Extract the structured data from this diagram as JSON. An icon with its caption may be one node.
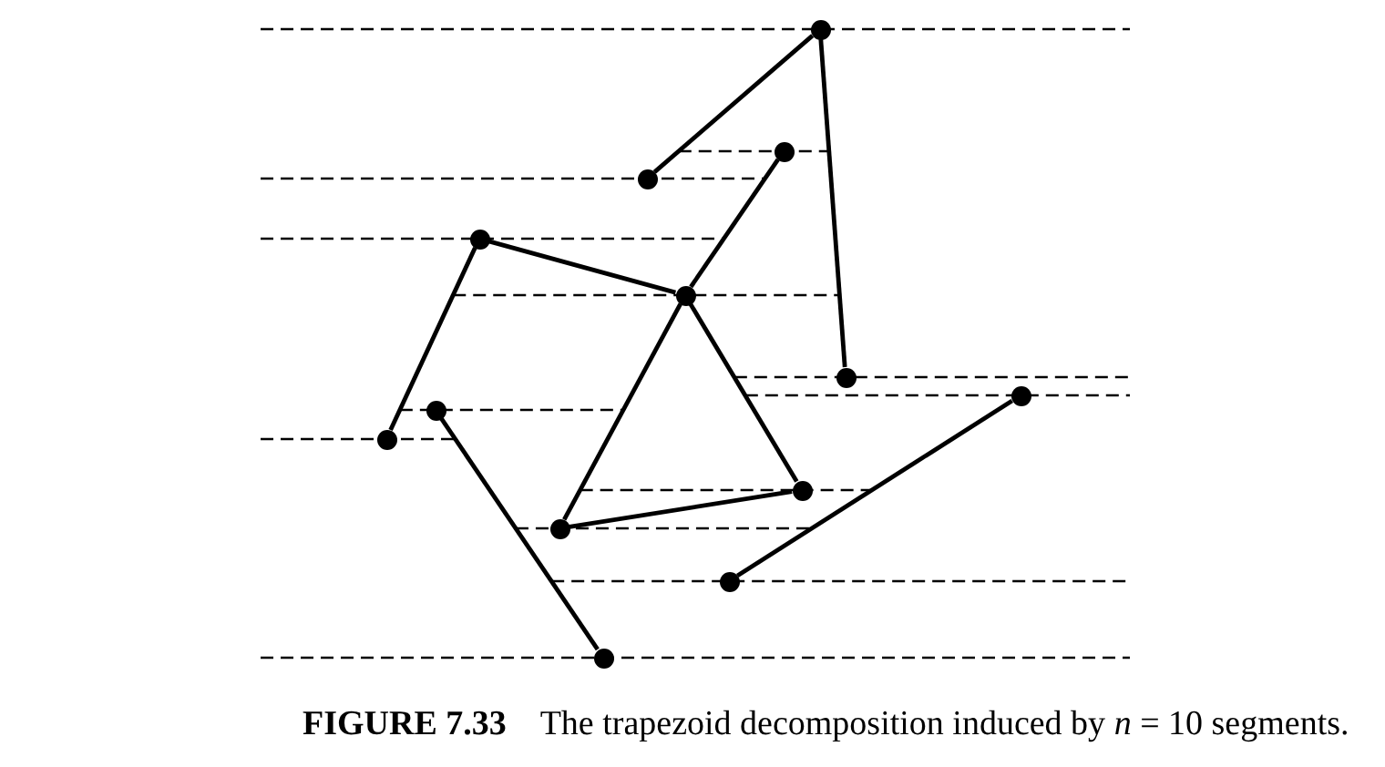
{
  "diagram": {
    "caption": "**FIGURE 7.33** The trapezoid decomposition induced by *n* = 10 segments.",
    "nodes": [
      {
        "text": [],
        "shape": "circle"
      },
      {
        "text": [],
        "shape": "circle"
      },
      {
        "text": [],
        "shape": "circle"
      },
      {
        "text": [],
        "shape": "circle"
      },
      {
        "text": [],
        "shape": "circle"
      },
      {
        "text": [],
        "shape": "circle"
      },
      {
        "text": [],
        "shape": "circle"
      },
      {
        "text": [],
        "shape": "circle"
      },
      {
        "text": [],
        "shape": "circle"
      },
      {
        "text": [],
        "shape": "circle"
      },
      {
        "text": [],
        "shape": "circle"
      },
      {
        "text": [],
        "shape": "circle"
      },
      {
        "text": [],
        "shape": "circle"
      }
    ],
    "edges": [
      {
        "from": 0,
        "to": 2,
        "arrow": "none"
      },
      {
        "from": 0,
        "to": 5,
        "arrow": "none"
      },
      {
        "from": 1,
        "to": 4,
        "arrow": "none"
      },
      {
        "from": 3,
        "to": 4,
        "arrow": "none"
      },
      {
        "from": 3,
        "to": 8,
        "arrow": "none"
      },
      {
        "from": 4,
        "to": 10,
        "arrow": "none"
      },
      {
        "from": 4,
        "to": 9,
        "arrow": "none"
      },
      {
        "from": 10,
        "to": 9,
        "arrow": "none"
      },
      {
        "from": 7,
        "to": 12,
        "arrow": "none"
      },
      {
        "from": 11,
        "to": 6,
        "arrow": "none"
      }
    ]
  }
}
